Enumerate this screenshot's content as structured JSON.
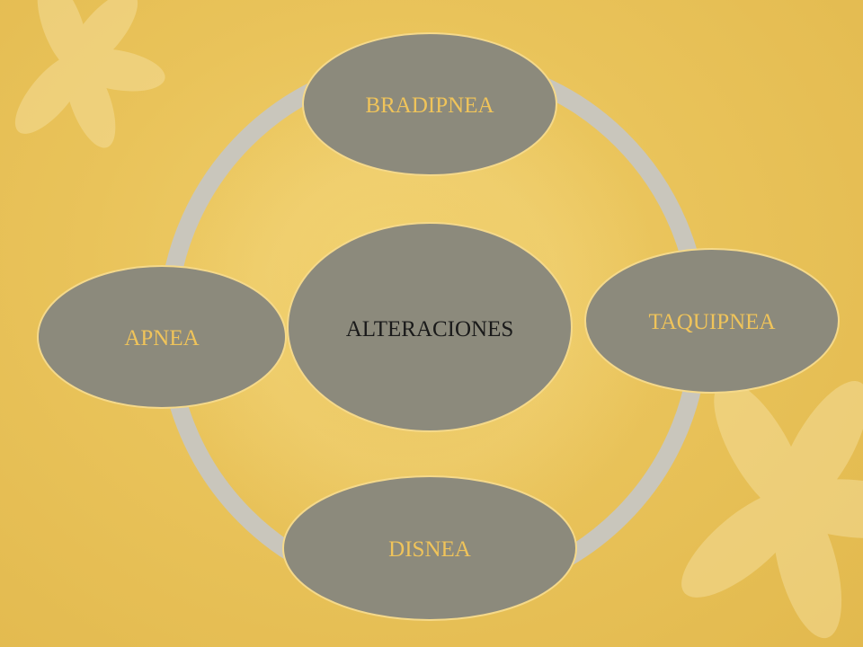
{
  "diagram": {
    "center": {
      "label": "ALTERACIONES"
    },
    "nodes": [
      {
        "id": "bradipnea",
        "label": "BRADIPNEA"
      },
      {
        "id": "taquipnea",
        "label": "TAQUIPNEA"
      },
      {
        "id": "disnea",
        "label": "DISNEA"
      },
      {
        "id": "apnea",
        "label": "APNEA"
      }
    ]
  },
  "colors": {
    "background": "#e9c35a",
    "node_fill": "#8c8a7c",
    "node_stroke": "#f5d98a",
    "ring": "#c9c6bc",
    "outer_label": "#f0c45a",
    "center_label": "#1a1a1a"
  }
}
